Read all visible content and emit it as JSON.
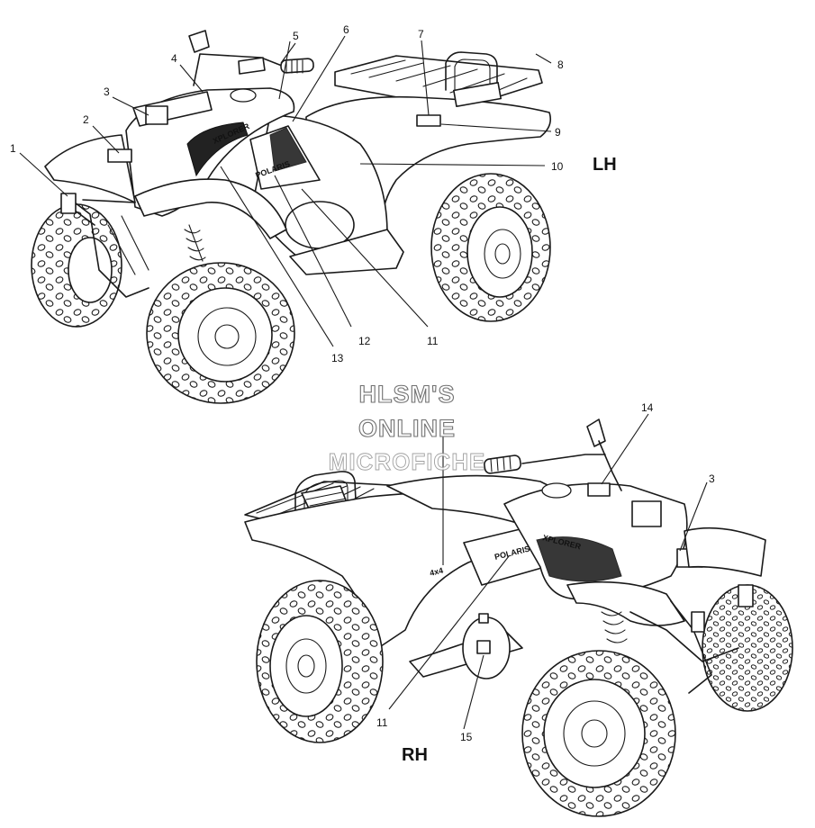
{
  "view_labels": {
    "left": "LH",
    "right": "RH"
  },
  "watermark": {
    "line1": "HLSM'S",
    "line2": "ONLINE",
    "line3": "MICROFICHE"
  },
  "decals": {
    "model": "4x4",
    "brand": "POLARIS",
    "tank": "XPLORER"
  },
  "callouts_lh": [
    "1",
    "2",
    "3",
    "4",
    "5",
    "6",
    "7",
    "8",
    "9",
    "10",
    "11",
    "12",
    "13"
  ],
  "callouts_rh": [
    "14",
    "3",
    "11",
    "15"
  ]
}
